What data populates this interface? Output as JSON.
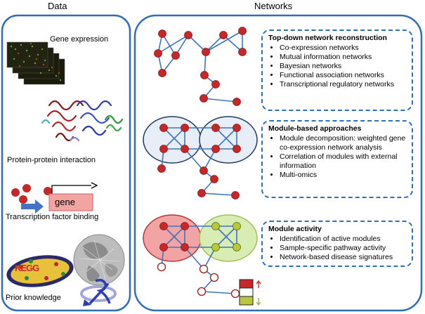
{
  "headings": {
    "data": "Data",
    "networks": "Networks"
  },
  "data_items": {
    "gene_expression": "Gene expression",
    "ppi": "Protein-protein interaction",
    "tf_binding": "Transcription factor binding",
    "gene_word": "gene",
    "prior_knowledge": "Prior knowledge",
    "kegg_logo": "KEGG"
  },
  "boxes": [
    {
      "title": "Top-down network reconstruction",
      "items": [
        "Co-expression networks",
        "Mutual information networks",
        "Bayesian networks",
        "Functional association networks",
        "Transcriptional regulatory networks"
      ]
    },
    {
      "title": "Module-based approaches",
      "items": [
        "Module decomposition: weighted gene co-expression network analysis",
        "Correlation of modules with external information",
        "Multi-omics"
      ]
    },
    {
      "title": "Module activity",
      "items": [
        "Identification of active modules",
        "Sample-specific pathway activity",
        "Network-based disease signatures"
      ]
    }
  ],
  "colors": {
    "frame": "#2e6fb5",
    "node": "#c62828",
    "edge": "#3b74c4",
    "module_red": "#f2a3a3",
    "module_green": "#d8ecb4",
    "module_blue": "#e7eef7"
  }
}
